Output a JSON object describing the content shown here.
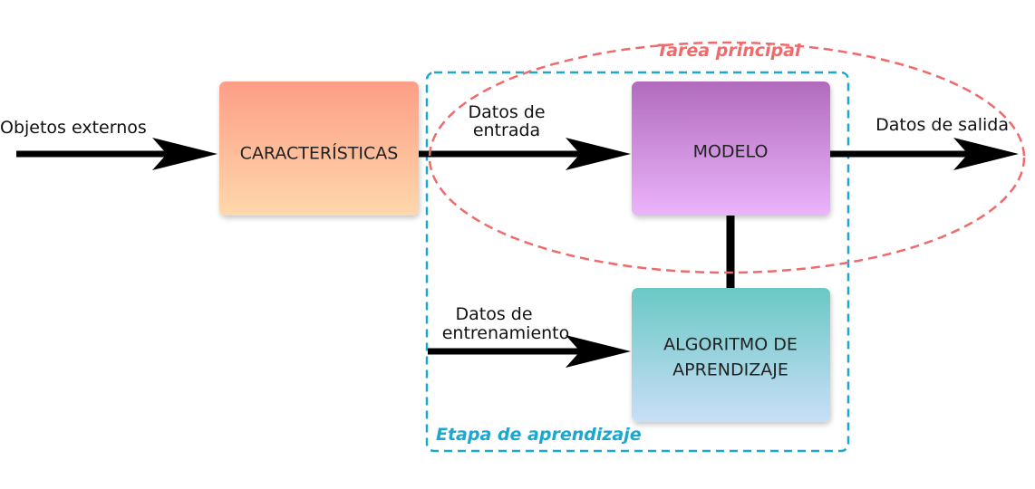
{
  "diagram": {
    "regions": {
      "main_task": {
        "label": "Tarea principal",
        "color": "#ef6a6a"
      },
      "learning_stage": {
        "label": "Etapa de aprendizaje",
        "color": "#1ba8d0"
      }
    },
    "nodes": {
      "features": {
        "label": "CARACTERÍSTICAS",
        "color_top": "#fd9e86",
        "color_bottom": "#fed8ac"
      },
      "model": {
        "label": "MODELO",
        "color_top": "#b16bbd",
        "color_bottom": "#ebb4fb"
      },
      "algorithm": {
        "line1": "ALGORITMO DE",
        "line2": "APRENDIZAJE",
        "color_top": "#6ac9c4",
        "color_bottom": "#c9def8"
      }
    },
    "edges": {
      "external_objects": {
        "label": "Objetos externos"
      },
      "input_data": {
        "line1": "Datos de",
        "line2": "entrada"
      },
      "output_data": {
        "label": "Datos de salida"
      },
      "training_data": {
        "line1": "Datos de",
        "line2": "entrenamiento"
      }
    }
  }
}
